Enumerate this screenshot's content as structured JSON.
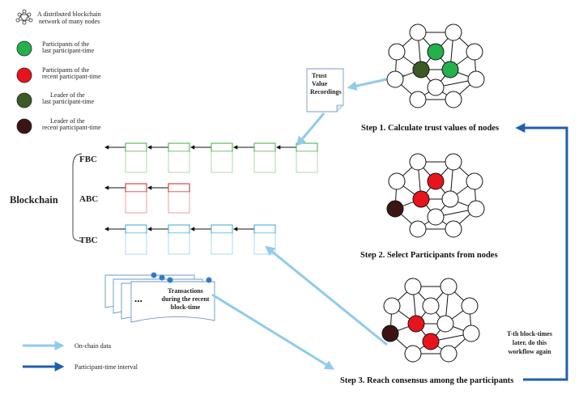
{
  "legend": {
    "network": {
      "line1": "A distributed blockchain",
      "line2": "network of many nodes"
    },
    "participants_last": {
      "line1": "Participants of the",
      "line2": "last participant-time",
      "color": "#22b14c"
    },
    "participants_recent": {
      "line1": "Participants of the",
      "line2": "recent participant-time",
      "color": "#e8141b"
    },
    "leader_last": {
      "line1": "Leader of the",
      "line2": "last participant-time",
      "color": "#3b5a26"
    },
    "leader_recent": {
      "line1": "Leader of the",
      "line2": "recent participant-time",
      "color": "#3d1414"
    }
  },
  "blockchain": {
    "title": "Blockchain",
    "fbc": "FBC",
    "abc": "ABC",
    "tbc": "TBC",
    "fbc_color": "#44a844",
    "abc_color": "#cc2222",
    "tbc_color": "#3aa6d8"
  },
  "trust_doc": {
    "line1": "Trust",
    "line2": "Value",
    "line3": "Recordings"
  },
  "transactions": {
    "ellipsis": "...",
    "line1": "Transactions",
    "line2": "during the recent",
    "line3": "block-time"
  },
  "steps": {
    "step1": "Step 1. Calculate trust values of nodes",
    "step2": "Step 2. Select Participants from nodes",
    "step3": "Step 3. Reach consensus among the participants"
  },
  "loop_note": {
    "line1": "T-th block-times",
    "line2": "later, do this",
    "line3": "workflow again"
  },
  "bottom_legend": {
    "onchain": "On-chain data",
    "interval": "Participant-time interval"
  },
  "colors": {
    "onchain_arrow": "#8fcbec",
    "interval_arrow": "#1f5fb0"
  }
}
